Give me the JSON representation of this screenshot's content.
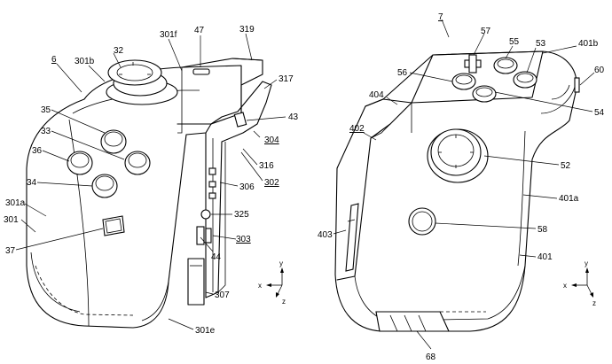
{
  "left_figure": {
    "fig_label": "6",
    "refs": {
      "r32": "32",
      "r301f": "301f",
      "r47": "47",
      "r319": "319",
      "r301b": "301b",
      "r317": "317",
      "r43": "43",
      "r35": "35",
      "r304": "304",
      "r33": "33",
      "r316": "316",
      "r36": "36",
      "r302": "302",
      "r306": "306",
      "r34": "34",
      "r301a": "301a",
      "r325": "325",
      "r301": "301",
      "r303": "303",
      "r37": "37",
      "r44": "44",
      "r307": "307",
      "r301e": "301e"
    },
    "axes": {
      "y": "y",
      "x": "x",
      "z": "z"
    }
  },
  "right_figure": {
    "fig_label": "7",
    "refs": {
      "r57": "57",
      "r55": "55",
      "r53": "53",
      "r401b": "401b",
      "r60": "60",
      "r56": "56",
      "r404": "404",
      "r54": "54",
      "r402": "402",
      "r52": "52",
      "r401a": "401a",
      "r403": "403",
      "r58": "58",
      "r401": "401",
      "r68": "68"
    },
    "axes": {
      "y": "y",
      "x": "x",
      "z": "z"
    }
  }
}
